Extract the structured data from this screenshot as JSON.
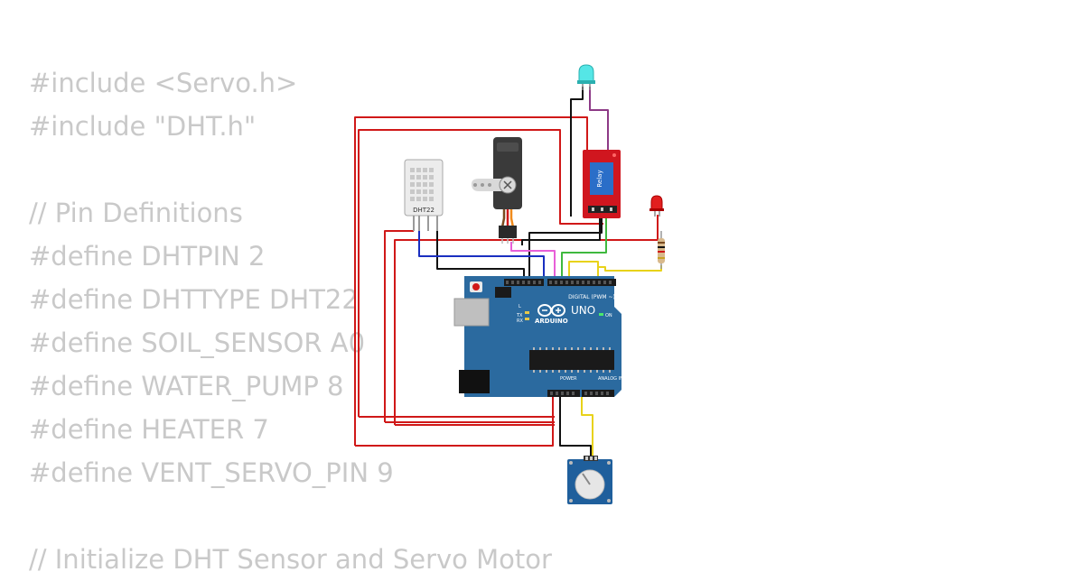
{
  "code": {
    "lines": [
      "#include <Servo.h>",
      "#include \"DHT.h\"",
      "",
      "// Pin Definitions",
      "#define DHTPIN 2",
      "#define DHTTYPE DHT22",
      "#define SOIL_SENSOR A0",
      "#define WATER_PUMP 8",
      "#define HEATER 7",
      "#define VENT_SERVO_PIN 9",
      "",
      "// Initialize DHT Sensor and Servo Motor"
    ]
  },
  "circuit": {
    "dht_label": "DHT22",
    "relay_label": "Relay",
    "board": {
      "brand": "ARDUINO",
      "model": "UNO",
      "digital_label": "DIGITAL (PWM ~)",
      "power_label": "POWER",
      "analog_label": "ANALOG IN",
      "tx_label": "TX",
      "rx_label": "RX",
      "l_label": "L",
      "on_label": "ON"
    }
  },
  "colors": {
    "code_text": "#c9c9c9",
    "board": "#2b6a9f",
    "relay": "#d0161f",
    "wire_red": "#d01818",
    "wire_black": "#111111",
    "wire_blue": "#1a2fc0",
    "wire_green": "#3fb93f",
    "wire_yellow": "#e8d21a",
    "wire_purple": "#8d3a86",
    "wire_pink": "#e85fd8"
  }
}
